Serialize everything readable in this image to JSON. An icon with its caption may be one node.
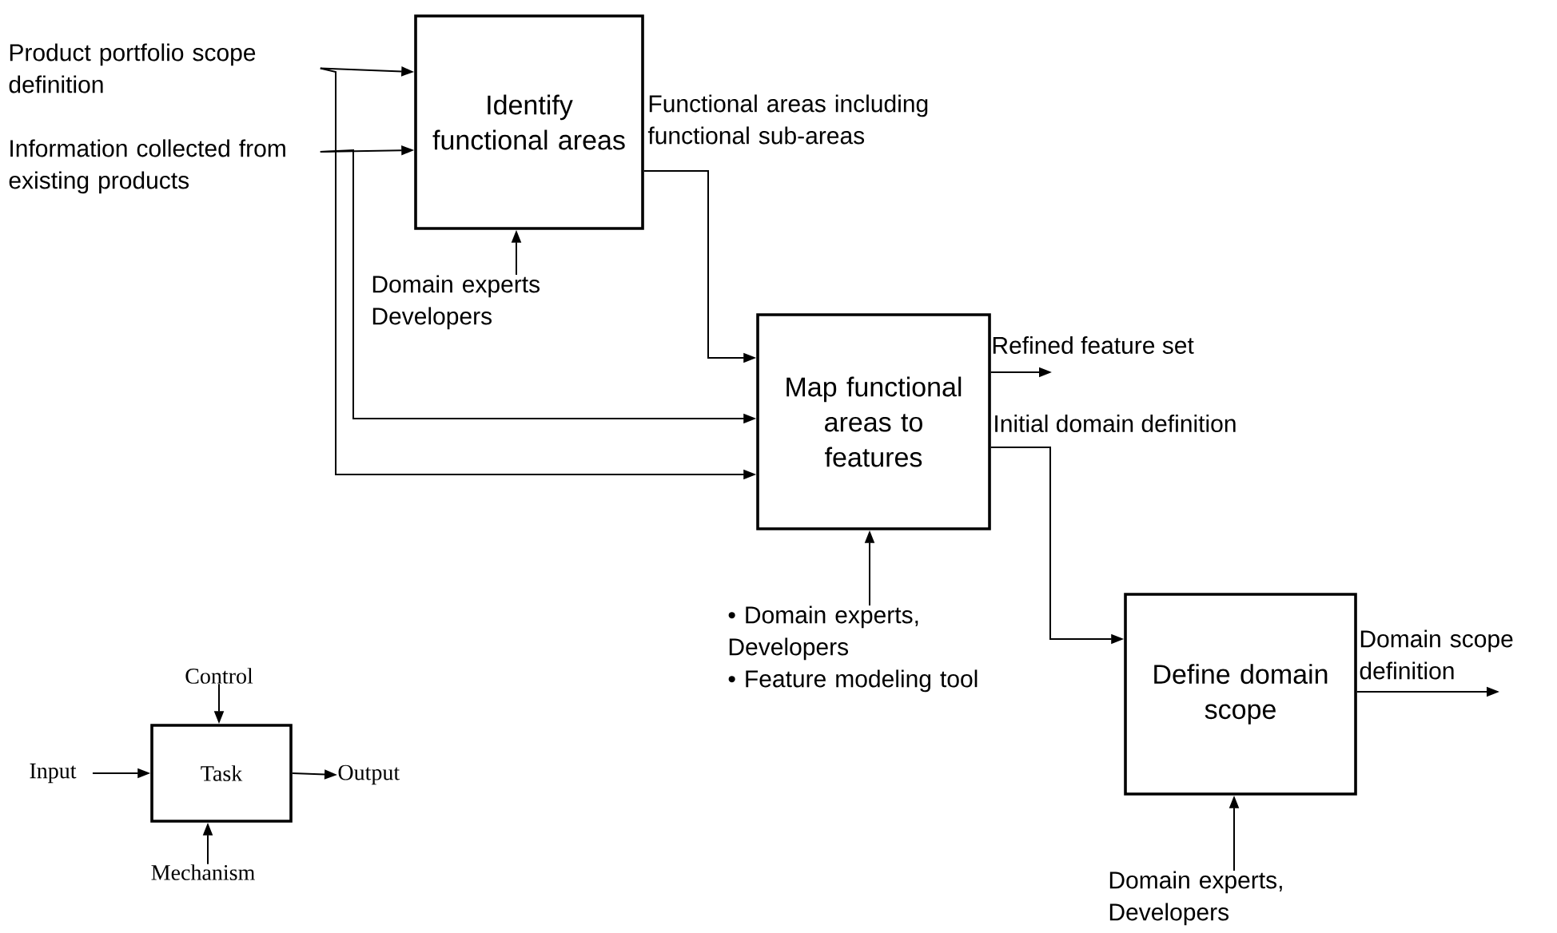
{
  "diagram": {
    "nodes": [
      {
        "text": [
          "Product portfolio scope definition"
        ]
      },
      {
        "text": [
          "Information collected from existing products"
        ]
      },
      {
        "text": [
          "Identify functional areas"
        ]
      },
      {
        "text": [
          "Domain experts Developers"
        ]
      },
      {
        "text": [
          "Map functional areas to features"
        ]
      },
      {
        "text": [
          "• Domain experts, Developers",
          "• Feature modeling tool"
        ]
      },
      {
        "text": [
          "Define domain scope"
        ]
      },
      {
        "text": [
          "Domain experts, Developers"
        ]
      },
      {
        "text": [
          "Control"
        ]
      },
      {
        "text": [
          "Task"
        ]
      },
      {
        "text": [
          "Input"
        ]
      },
      {
        "text": [
          "Output"
        ]
      },
      {
        "text": [
          "Mechanism"
        ]
      }
    ],
    "edges": [
      {
        "from": 0,
        "to": 2,
        "arrow": "to"
      },
      {
        "from": 1,
        "to": 2,
        "arrow": "to"
      },
      {
        "from": 3,
        "to": 2,
        "arrow": "to"
      },
      {
        "from": 2,
        "to": 4,
        "arrow": "to",
        "label": "Functional areas including functional sub-areas"
      },
      {
        "from": 0,
        "to": 4,
        "arrow": "to"
      },
      {
        "from": 1,
        "to": 4,
        "arrow": "to"
      },
      {
        "from": 4,
        "to": null,
        "arrow": "to",
        "label": "Refined feature set"
      },
      {
        "from": 4,
        "to": 6,
        "arrow": "to",
        "label": "Initial domain definition"
      },
      {
        "from": 5,
        "to": 4,
        "arrow": "to"
      },
      {
        "from": 6,
        "to": null,
        "arrow": "to",
        "label": "Domain scope definition"
      },
      {
        "from": 7,
        "to": 6,
        "arrow": "to"
      },
      {
        "from": 8,
        "to": 9,
        "arrow": "to"
      },
      {
        "from": 10,
        "to": 9,
        "arrow": "to"
      },
      {
        "from": 9,
        "to": 11,
        "arrow": "to"
      },
      {
        "from": 12,
        "to": 9,
        "arrow": "to"
      }
    ]
  }
}
